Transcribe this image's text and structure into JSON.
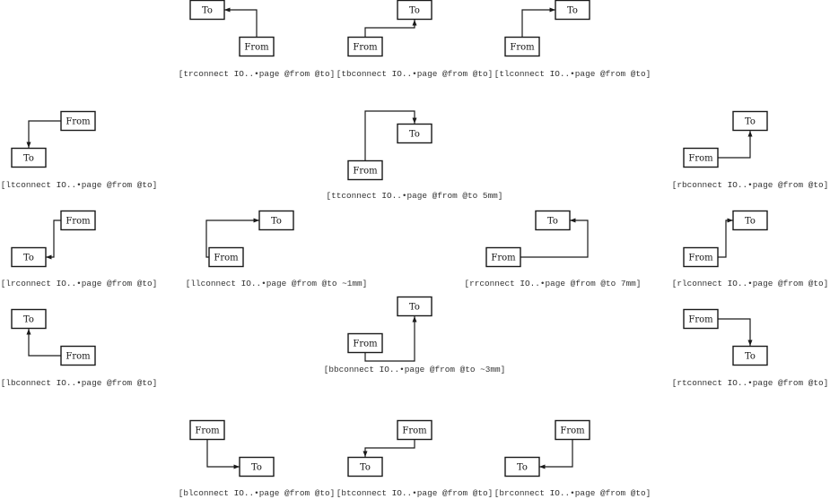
{
  "node_labels": {
    "from": "From",
    "to": "To"
  },
  "examples": [
    {
      "id": "trconnect",
      "caption": "[trconnect IO..•page @from @to]"
    },
    {
      "id": "tbconnect",
      "caption": "[tbconnect IO..•page @from @to]"
    },
    {
      "id": "tlconnect",
      "caption": "[tlconnect IO..•page @from @to]"
    },
    {
      "id": "ltconnect",
      "caption": "[ltconnect IO..•page @from @to]"
    },
    {
      "id": "ttconnect",
      "caption": "[ttconnect IO..•page @from @to 5mm]"
    },
    {
      "id": "rbconnect",
      "caption": "[rbconnect IO..•page @from @to]"
    },
    {
      "id": "lrconnect",
      "caption": "[lrconnect IO..•page @from @to]"
    },
    {
      "id": "llconnect",
      "caption": "[llconnect IO..•page @from @to ~1mm]"
    },
    {
      "id": "rrconnect",
      "caption": "[rrconnect IO..•page @from @to 7mm]"
    },
    {
      "id": "rlconnect",
      "caption": "[rlconnect IO..•page @from @to]"
    },
    {
      "id": "lbconnect",
      "caption": "[lbconnect IO..•page @from @to]"
    },
    {
      "id": "bbconnect",
      "caption": "[bbconnect IO..•page @from @to ~3mm]"
    },
    {
      "id": "rtconnect",
      "caption": "[rtconnect IO..•page @from @to]"
    },
    {
      "id": "blconnect",
      "caption": "[blconnect IO..•page @from @to]"
    },
    {
      "id": "btconnect",
      "caption": "[btconnect IO..•page @from @to]"
    },
    {
      "id": "brconnect",
      "caption": "[brconnect IO..•page @from @to]"
    }
  ]
}
